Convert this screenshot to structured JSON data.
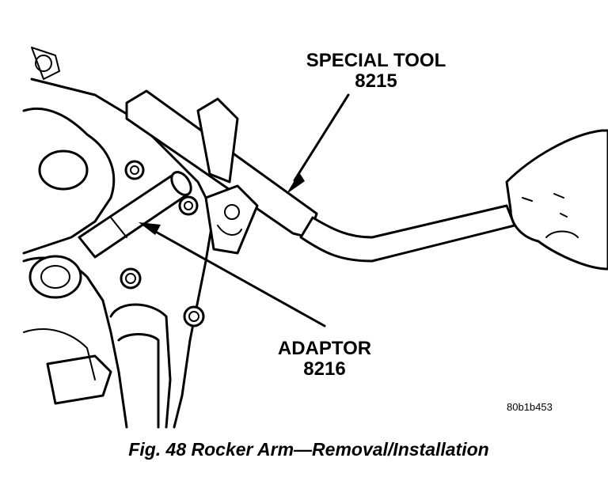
{
  "labels": {
    "special_tool_line1": "SPECIAL TOOL",
    "special_tool_line2": "8215",
    "adaptor_line1": "ADAPTOR",
    "adaptor_line2": "8216",
    "figure_code": "80b1b453"
  },
  "caption": "Fig. 48 Rocker Arm—Removal/Installation"
}
